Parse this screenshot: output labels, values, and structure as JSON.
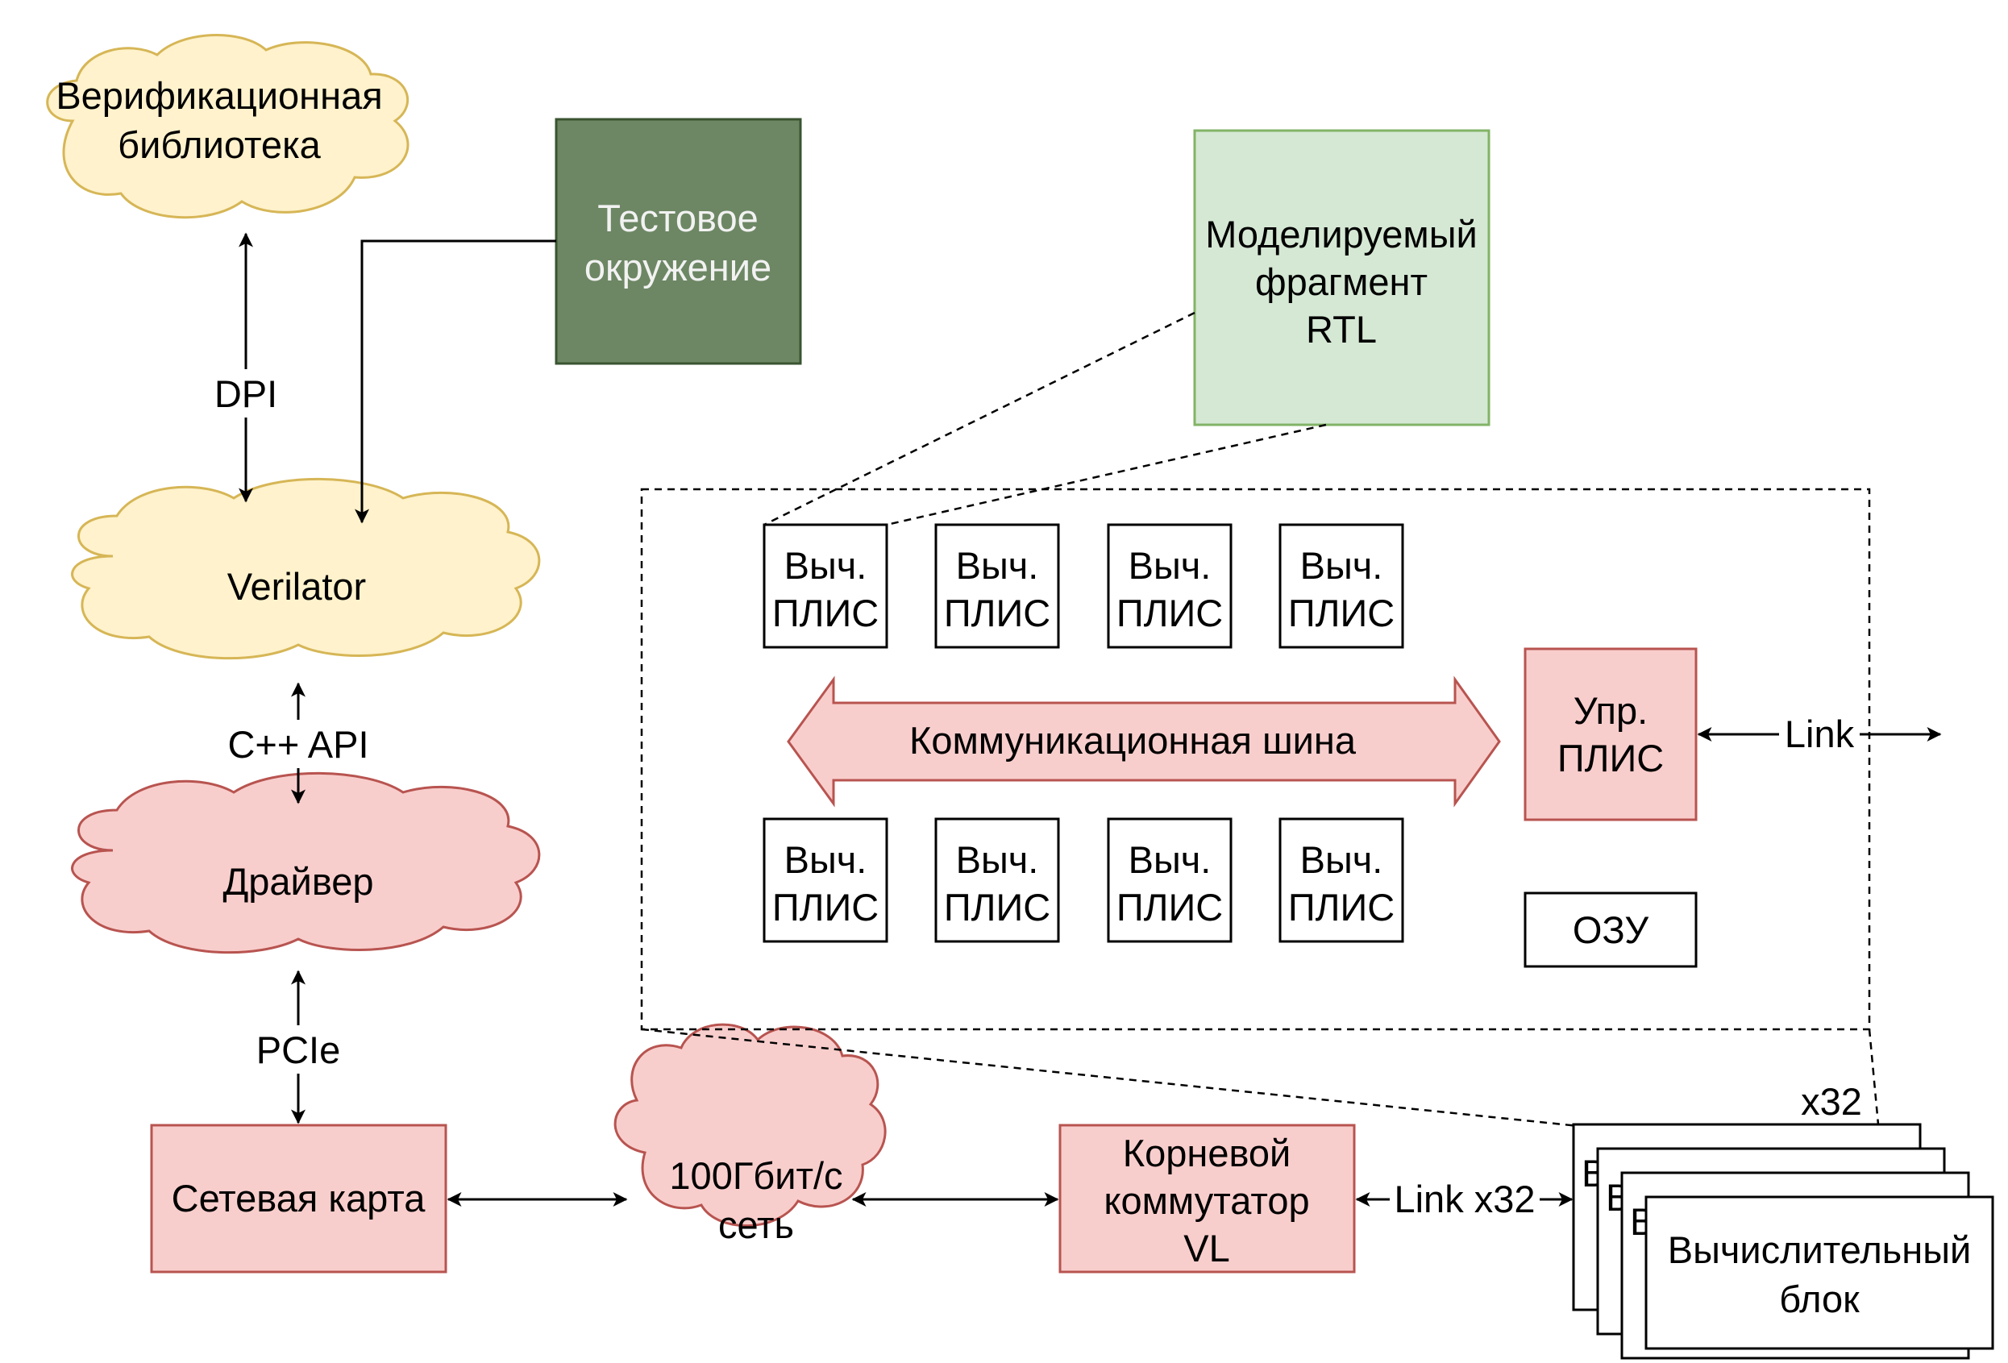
{
  "nodes": {
    "verification_library": [
      "Верификационная",
      "библиотека"
    ],
    "test_environment": [
      "Тестовое",
      "окружение"
    ],
    "modeled_fragment": [
      "Моделируемый",
      "фрагмент",
      "RTL"
    ],
    "verilator": "Verilator",
    "driver": "Драйвер",
    "network_card": "Сетевая карта",
    "network": [
      "100Гбит/с",
      "сеть"
    ],
    "root_switch": [
      "Корневой",
      "коммутатор",
      "VL"
    ],
    "compute_fpga": [
      "Выч.",
      "ПЛИС"
    ],
    "control_fpga": [
      "Упр.",
      "ПЛИС"
    ],
    "communication_bus": "Коммуникационная шина",
    "ram": "ОЗУ",
    "compute_block": [
      "Вычислительный",
      "блок"
    ],
    "stack_peek_letter": "В"
  },
  "edge_labels": {
    "dpi": "DPI",
    "cpp_api": "C++ API",
    "pcie": "PCIe",
    "link": "Link",
    "link_x32": "Link x32",
    "multiplier": "x32"
  },
  "colors": {
    "cloud_yellow_fill": "#fff2cc",
    "cloud_yellow_stroke": "#d6b656",
    "red_fill": "#f8cecc",
    "red_stroke": "#b85450",
    "dark_green_fill": "#6d8764",
    "dark_green_stroke": "#3a5431",
    "light_green_fill": "#d5e8d4",
    "light_green_stroke": "#82b366"
  }
}
